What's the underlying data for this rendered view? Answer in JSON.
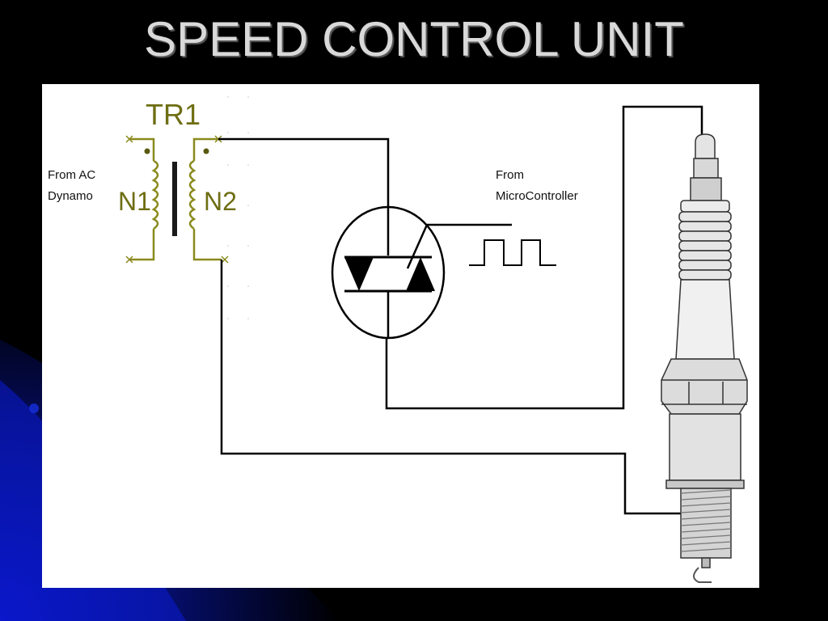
{
  "slide": {
    "title": "SPEED CONTROL UNIT"
  },
  "colors": {
    "background": "#000000",
    "accent_blue": "#0a14c8",
    "title_text": "#d9d9d9",
    "panel": "#ffffff",
    "transformer": "#8a8a1e",
    "wire": "#000000"
  },
  "diagram": {
    "transformer": {
      "name": "TR1",
      "primary": "N1",
      "secondary": "N2"
    },
    "labels": {
      "source_line1": "From AC",
      "source_line2": "Dynamo",
      "control_line1": "From",
      "control_line2": "MicroController"
    },
    "components": [
      "transformer",
      "triac",
      "pulse-signal",
      "spark-plug"
    ]
  }
}
